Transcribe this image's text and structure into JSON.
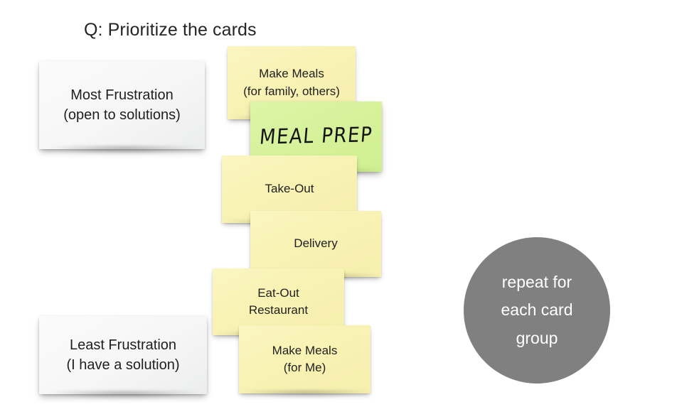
{
  "heading": {
    "question": "Q: Prioritize the cards"
  },
  "scale_anchors": [
    {
      "id": "most-frustration",
      "label": "Most Frustration\n(open to solutions)",
      "color": "#f4f5f6"
    },
    {
      "id": "least-frustration",
      "label": "Least Frustration\n(I have a solution)",
      "color": "#f4f5f6"
    }
  ],
  "cards": [
    {
      "id": "make-meals-family",
      "label": "Make Meals\n(for family, others)",
      "color": "#f8f2b4",
      "rank": 1
    },
    {
      "id": "meal-prep",
      "label": "MEAL PREP",
      "color": "#d6f29b",
      "rank": 2,
      "style": "handwritten"
    },
    {
      "id": "take-out",
      "label": "Take-Out",
      "color": "#f8f2b4",
      "rank": 3
    },
    {
      "id": "delivery",
      "label": "Delivery",
      "color": "#f8f2b4",
      "rank": 4
    },
    {
      "id": "eat-out",
      "label": "Eat-Out\nRestaurant",
      "color": "#f8f2b4",
      "rank": 5
    },
    {
      "id": "make-meals-me",
      "label": "Make Meals\n(for Me)",
      "color": "#f8f2b4",
      "rank": 6
    }
  ],
  "annotation": {
    "label": "repeat for\neach card\ngroup",
    "color": "#808080",
    "text_color": "#ffffff"
  }
}
